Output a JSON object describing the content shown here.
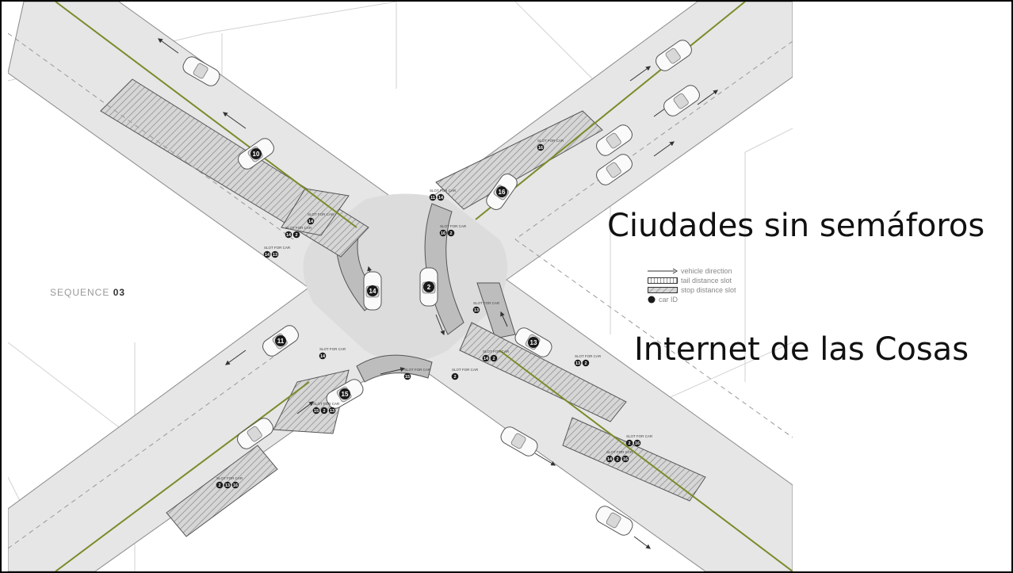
{
  "slide": {
    "title_line1": "Ciudades sin semáforos",
    "title_line2": "Internet de las Cosas"
  },
  "diagram": {
    "sequence_label": "SEQUENCE",
    "sequence_number": "03",
    "legend": [
      {
        "key": "direction",
        "text": "vehicle direction"
      },
      {
        "key": "tail",
        "text": "tail distance slot"
      },
      {
        "key": "stop",
        "text": "stop distance slot"
      },
      {
        "key": "id",
        "text": "car ID"
      }
    ],
    "cars": [
      {
        "id": "10"
      },
      {
        "id": "16"
      },
      {
        "id": "14"
      },
      {
        "id": "2"
      },
      {
        "id": "11"
      },
      {
        "id": "13"
      },
      {
        "id": "15"
      },
      {
        "id": ""
      },
      {
        "id": ""
      },
      {
        "id": ""
      },
      {
        "id": ""
      },
      {
        "id": ""
      },
      {
        "id": ""
      },
      {
        "id": ""
      },
      {
        "id": ""
      }
    ],
    "slot_labels": [
      {
        "text": "SLOT FOR CAR",
        "ids": [
          "16"
        ]
      },
      {
        "text": "SLOT FOR CAR",
        "ids": [
          "11",
          "14"
        ]
      },
      {
        "text": "SLOT FOR CAR",
        "ids": [
          "16",
          "2"
        ]
      },
      {
        "text": "SLOT FOR CAR",
        "ids": [
          "14"
        ]
      },
      {
        "text": "SLOT FOR CAR",
        "ids": [
          "14",
          "2"
        ]
      },
      {
        "text": "SLOT FOR CAR",
        "ids": [
          "14",
          "13"
        ]
      },
      {
        "text": "SLOT FOR CAR",
        "ids": [
          "13"
        ]
      },
      {
        "text": "SLOT FOR CAR",
        "ids": [
          "14",
          "2"
        ]
      },
      {
        "text": "SLOT FOR CAR",
        "ids": [
          "13",
          "2"
        ]
      },
      {
        "text": "SLOT FOR CAR",
        "ids": [
          "14"
        ]
      },
      {
        "text": "SLOT FOR CAR",
        "ids": [
          "15"
        ]
      },
      {
        "text": "SLOT FOR CAR",
        "ids": [
          "2"
        ]
      },
      {
        "text": "SLOT FOR CAR",
        "ids": [
          "15",
          "2",
          "13"
        ]
      },
      {
        "text": "SLOT FOR CAR",
        "ids": [
          "2",
          "16"
        ]
      },
      {
        "text": "SLOT FOR CAR",
        "ids": [
          "14",
          "2",
          "16"
        ]
      },
      {
        "text": "SLOT FOR CAR",
        "ids": [
          "2",
          "13",
          "16"
        ]
      }
    ],
    "colors": {
      "road": "#e6e6e6",
      "intersection": "#dcdcdc",
      "curb": "#8a8a8a",
      "green_line": "#7d8a2a",
      "hatch": "#6f6f6f",
      "building_line": "#d2d2d2",
      "badge": "#1a1a1a"
    }
  }
}
